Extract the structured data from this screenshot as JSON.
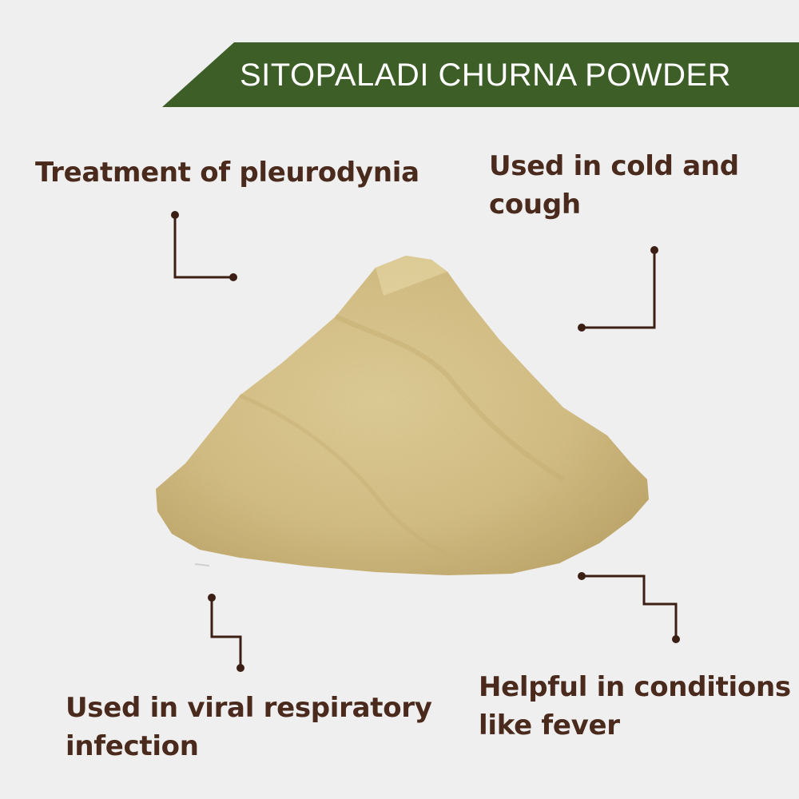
{
  "banner": {
    "title": "SITOPALADI CHURNA POWDER",
    "color": "#3d5e27",
    "text_color": "#ffffff"
  },
  "features": {
    "top_left": "Treatment of pleurodynia",
    "top_right_line1": "Used in cold and",
    "top_right_line2": "cough",
    "bottom_left_line1": "Used in viral respiratory",
    "bottom_left_line2": "infection",
    "bottom_right_line1": "Helpful in conditions",
    "bottom_right_line2": "like fever"
  },
  "colors": {
    "background": "#efefef",
    "text": "#4a2a1c",
    "connector": "#3b1f14",
    "powder": "#d8c48a"
  },
  "image": {
    "subject": "powder-pile"
  }
}
